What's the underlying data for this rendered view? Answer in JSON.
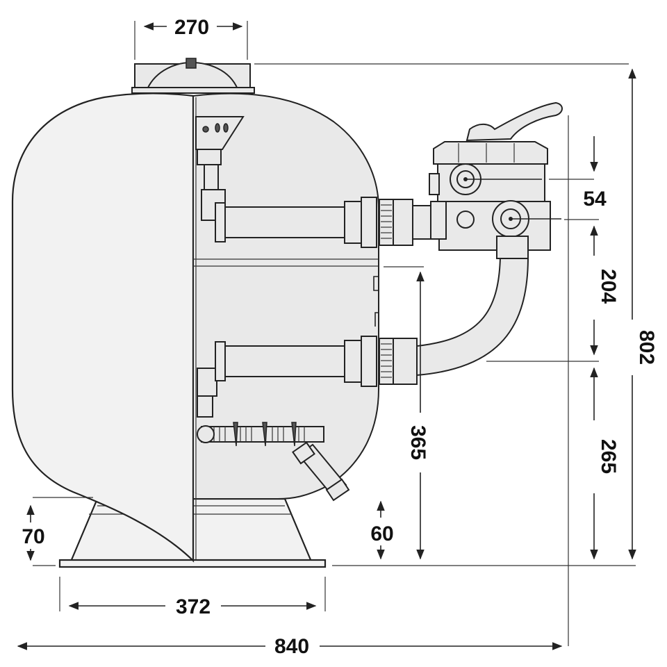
{
  "dimensions": {
    "top_width": "270",
    "valve_offset": "54",
    "port_spacing": "204",
    "overall_height": "802",
    "inner_height": "365",
    "lower_port_height": "265",
    "base_height": "70",
    "drain_height": "60",
    "base_width": "372",
    "overall_width": "840"
  },
  "colors": {
    "line": "#222222",
    "fill": "#f2f2f2",
    "text": "#111111"
  }
}
